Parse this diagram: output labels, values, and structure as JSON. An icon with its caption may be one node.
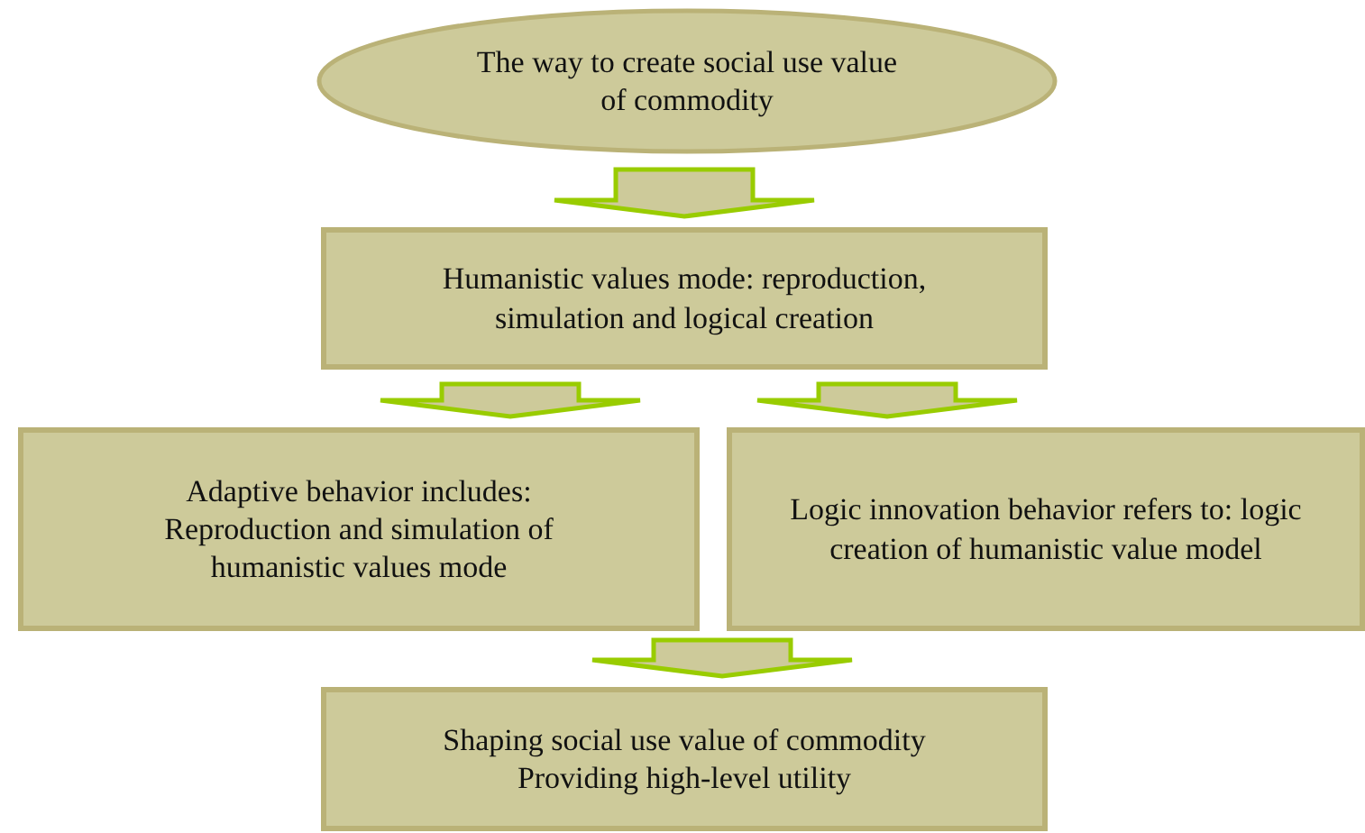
{
  "diagram": {
    "nodes": [
      {
        "text": [
          "The way to create social use value of commodity"
        ]
      },
      {
        "text": [
          "Humanistic values mode: reproduction, simulation and logical creation"
        ]
      },
      {
        "text": [
          "Adaptive behavior includes: Reproduction and simulation of humanistic values mode"
        ]
      },
      {
        "text": [
          "Logic innovation behavior refers to: logic creation of humanistic value model"
        ]
      },
      {
        "text": [
          "Shaping social use value of commodity Providing high-level utility"
        ]
      }
    ],
    "edges": [
      {
        "from": 0,
        "to": 1,
        "arrow": "to"
      },
      {
        "from": 1,
        "to": 2,
        "arrow": "to"
      },
      {
        "from": 1,
        "to": 3,
        "arrow": "to"
      },
      {
        "from": 2,
        "to": 4,
        "arrow": "to"
      },
      {
        "from": 3,
        "to": 4,
        "arrow": "to"
      }
    ]
  }
}
